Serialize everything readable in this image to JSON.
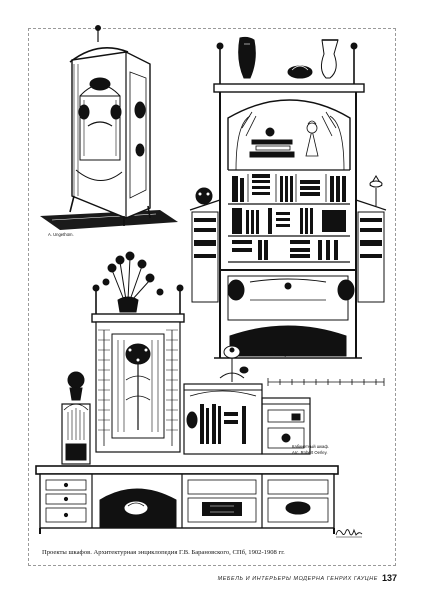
{
  "plate": {
    "labels": {
      "ungethum": "A. Ungethüm.",
      "oerley_top": "Arc. Robert Oerley.",
      "cabinet_title": "Кабинетный шкаф.",
      "oerley_bottom": "Arc. Robert Oerley."
    }
  },
  "caption": "Проекты шкафов. Архитектурная энциклопедия Г.В. Барановского, СПб, 1902-1908 гг.",
  "footer": {
    "running_title": "МЕБЕЛЬ И ИНТЕРЬЕРЫ МОДЕРНА ГЕНРИХ ГАУЦНЕ",
    "page_number": "137"
  },
  "icons": {
    "wardrobe": "wardrobe-engraving-icon",
    "bookcase": "bookcase-engraving-icon",
    "cabinet": "cabinet-engraving-icon",
    "scale": "scale-bar-icon",
    "signature": "artist-signature-icon"
  }
}
